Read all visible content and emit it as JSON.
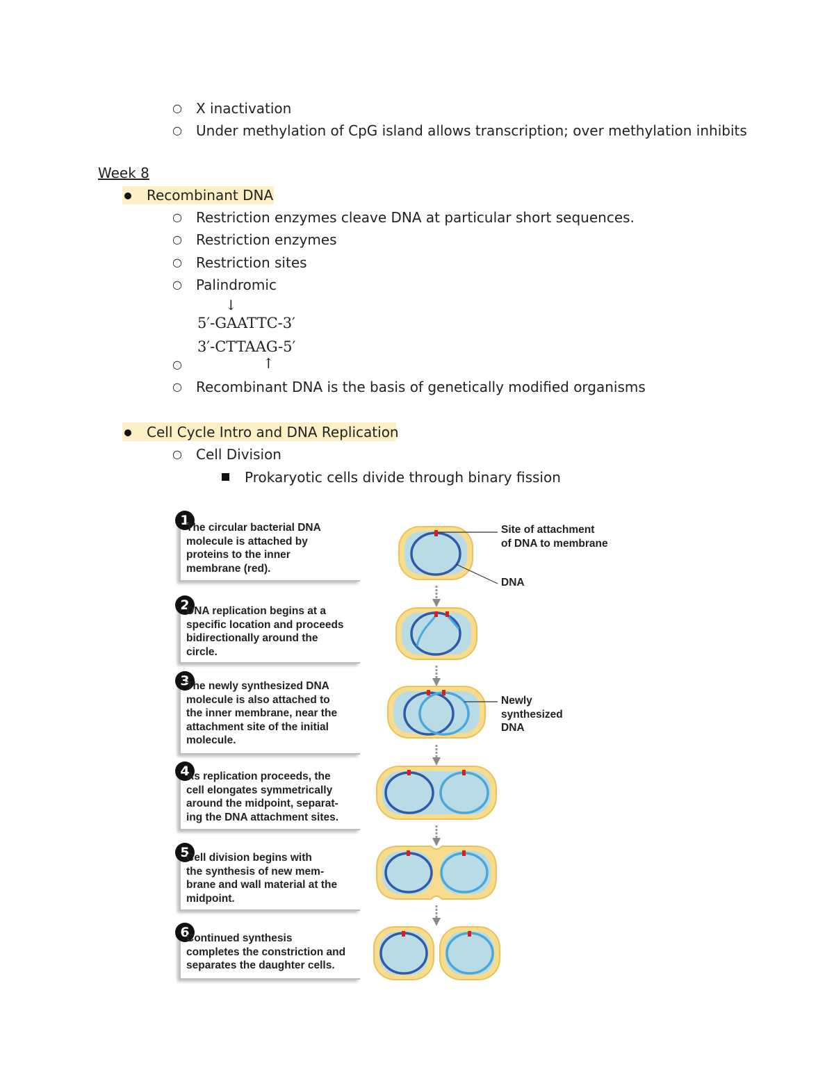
{
  "notes": {
    "top_items": [
      "X inactivation",
      "Under methylation of CpG island allows transcription; over methylation inhibits"
    ],
    "week_heading": "Week 8",
    "section1": {
      "title": "Recombinant  DNA",
      "items": [
        "Restriction enzymes cleave  DNA at particular short sequences.",
        "Restriction enzymes",
        "Restriction sites",
        "Palindromic"
      ],
      "sequence": {
        "arrow_down": "↓",
        "line1": "5′-GAATTC-3′",
        "line2": "3′-CTTAAG-5′",
        "arrow_up": "↑"
      },
      "last_item": "Recombinant  DNA is the basis of genetically modified organisms"
    },
    "section2": {
      "title": "Cell Cycle  Intro and  DNA  Replication",
      "sub_item": "Cell  Division",
      "sub_sub_item": "Prokaryotic cells divide through binary fission"
    }
  },
  "figure": {
    "steps": [
      {
        "num": "1",
        "text": "The circular bacterial DNA\nmolecule is attached by\nproteins to the inner\nmembrane (red)."
      },
      {
        "num": "2",
        "text": "DNA replication begins at a\nspecific location and proceeds\nbidirectionally around the\ncircle."
      },
      {
        "num": "3",
        "text": "The newly synthesized DNA\nmolecule is also attached to\nthe inner membrane, near the\nattachment site of the initial\nmolecule."
      },
      {
        "num": "4",
        "text": "As replication proceeds, the\ncell elongates symmetrically\naround the midpoint, separat-\ning the DNA attachment sites."
      },
      {
        "num": "5",
        "text": "Cell division begins with\nthe synthesis of new mem-\nbrane and wall material at the\nmidpoint."
      },
      {
        "num": "6",
        "text": "Continued synthesis\ncompletes the constriction and\nseparates the daughter cells."
      }
    ],
    "labels": {
      "attachment": "Site of attachment\nof DNA to membrane",
      "dna": "DNA",
      "new_dna": "Newly\nsynthesized\nDNA"
    },
    "colors": {
      "cell_wall": "#f6dc8c",
      "cytoplasm": "#b9dbe5",
      "dna_original": "#2f5aa8",
      "dna_new": "#4aa8d8",
      "attachment_protein": "#d62020"
    }
  }
}
